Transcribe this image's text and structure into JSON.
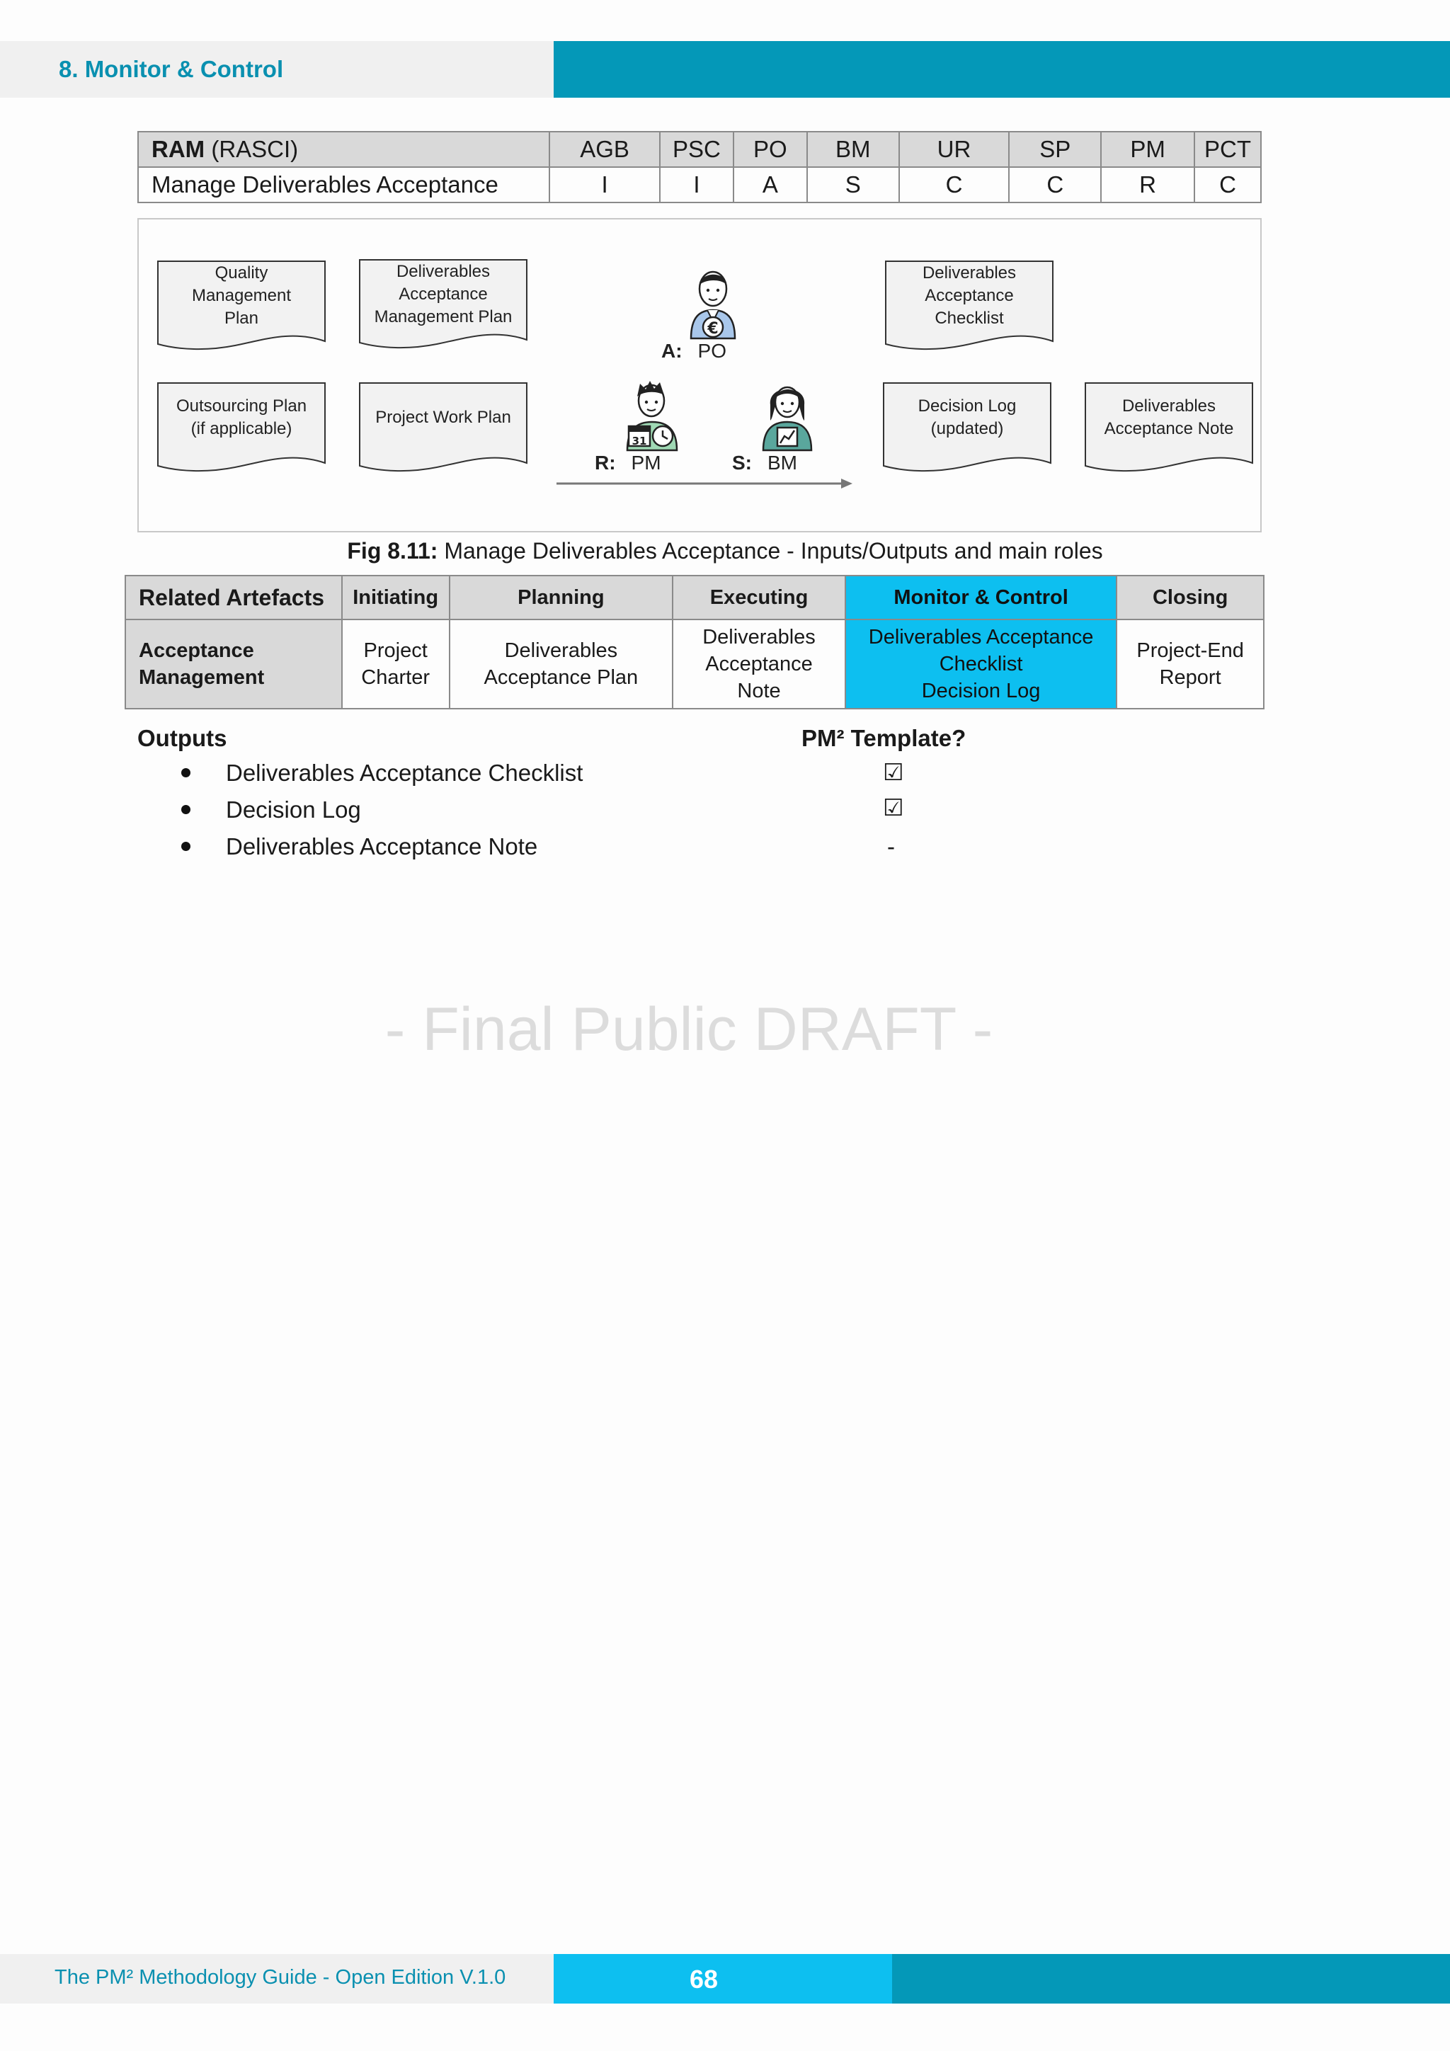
{
  "header": {
    "section_title": "8. Monitor & Control"
  },
  "ram": {
    "label_bold": "RAM",
    "label_rest": " (RASCI)",
    "roles": [
      "AGB",
      "PSC",
      "PO",
      "BM",
      "UR",
      "SP",
      "PM",
      "PCT"
    ],
    "activity": "Manage Deliverables Acceptance",
    "values": [
      "I",
      "I",
      "A",
      "S",
      "C",
      "C",
      "R",
      "C"
    ]
  },
  "figure": {
    "inputs": {
      "quality_plan": "Quality\nManagement\nPlan",
      "dam_plan": "Deliverables\nAcceptance\nManagement Plan",
      "outsourcing": "Outsourcing Plan\n(if applicable)",
      "pwp": "Project Work Plan"
    },
    "outputs": {
      "checklist": "Deliverables\nAcceptance\nChecklist",
      "decision_log": "Decision Log\n(updated)",
      "note": "Deliverables\nAcceptance Note"
    },
    "roles": {
      "a_key": "A:",
      "a_val": "PO",
      "r_key": "R:",
      "r_val": "PM",
      "s_key": "S:",
      "s_val": "BM"
    },
    "calendar_day": "31",
    "caption_bold": "Fig 8.11:",
    "caption_rest": " Manage Deliverables Acceptance - Inputs/Outputs and main roles"
  },
  "artefacts": {
    "header": [
      "Related Artefacts",
      "Initiating",
      "Planning",
      "Executing",
      "Monitor & Control",
      "Closing"
    ],
    "row_label": "Acceptance\nManagement",
    "cells": [
      "Project\nCharter",
      "Deliverables\nAcceptance Plan",
      "Deliverables\nAcceptance\nNote",
      "Deliverables Acceptance\nChecklist\nDecision Log",
      "Project-End\nReport"
    ],
    "highlight_color": "#0dbff0"
  },
  "outputs": {
    "heading": "Outputs",
    "template_heading": "PM² Template?",
    "items": [
      {
        "label": "Deliverables Acceptance Checklist",
        "template": "☑"
      },
      {
        "label": "Decision Log",
        "template": "☑"
      },
      {
        "label": "Deliverables Acceptance Note",
        "template": "-"
      }
    ]
  },
  "watermark": "- Final Public DRAFT -",
  "footer": {
    "guide": "The PM² Methodology Guide - Open Edition V.1.0",
    "page": "68"
  },
  "colors": {
    "teal": "#0498b8",
    "cyan": "#0dbff0",
    "header_gray": "#d9d9d9"
  }
}
